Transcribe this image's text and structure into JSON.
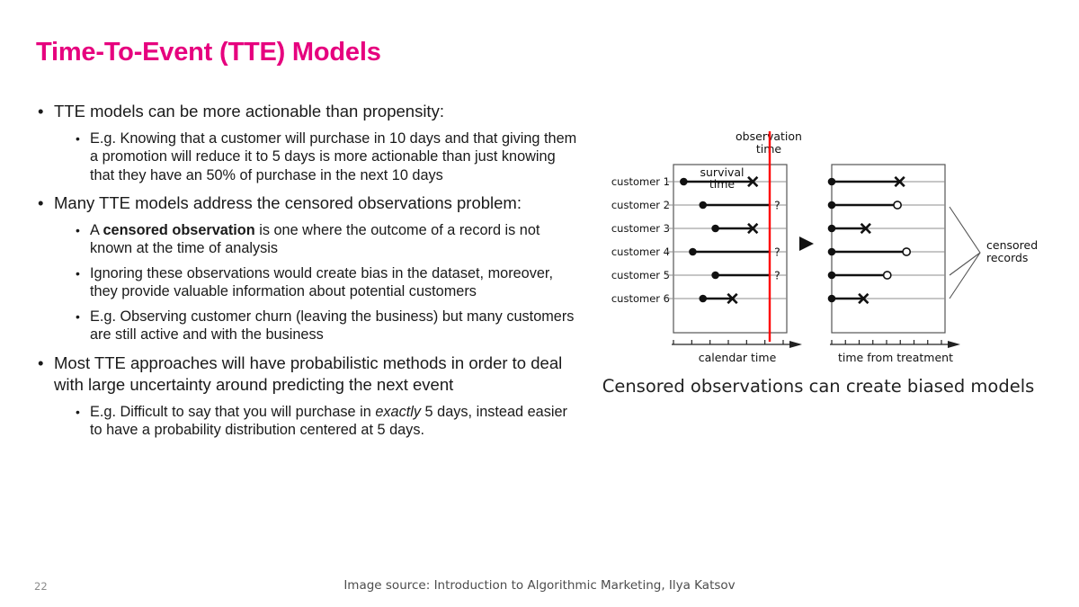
{
  "slide": {
    "title": "Time-To-Event (TTE) Models",
    "page_number": "22",
    "image_source": "Image source: Introduction to Algorithmic Marketing, Ilya Katsov",
    "title_color": "#E6007E",
    "bullet_glyph": "•"
  },
  "content": {
    "groups": [
      {
        "lead": "TTE models can be more actionable than propensity:",
        "subs": [
          {
            "parts": [
              {
                "text": "E.g. Knowing that a customer will purchase in 10 days and that giving them a promotion will reduce it to 5 days is more actionable than just knowing that they have an 50% of purchase in the next 10 days",
                "style": "normal"
              }
            ]
          }
        ]
      },
      {
        "lead": "Many TTE models address the censored observations problem:",
        "subs": [
          {
            "parts": [
              {
                "text": "A ",
                "style": "normal"
              },
              {
                "text": "censored observation",
                "style": "bold"
              },
              {
                "text": " is one where the outcome of a record is not known at the time of analysis",
                "style": "normal"
              }
            ]
          },
          {
            "parts": [
              {
                "text": "Ignoring these observations would create bias in the dataset, moreover, they provide valuable information about potential customers",
                "style": "normal"
              }
            ]
          },
          {
            "parts": [
              {
                "text": "E.g. Observing customer churn (leaving the business) but many customers are still active and with the business",
                "style": "normal"
              }
            ]
          }
        ]
      },
      {
        "lead": "Most TTE approaches will have probabilistic methods in order to deal with large uncertainty around predicting the next event",
        "subs": [
          {
            "parts": [
              {
                "text": "E.g. Difficult to say that you will purchase in ",
                "style": "normal"
              },
              {
                "text": "exactly",
                "style": "italic"
              },
              {
                "text": " 5 days, instead easier to have a probability distribution centered at 5 days.",
                "style": "normal"
              }
            ]
          }
        ]
      }
    ]
  },
  "figure": {
    "caption": "Censored observations can create biased models",
    "observation_time_label_line1": "observation",
    "observation_time_label_line2": "time",
    "survival_time_label_line1": "survival",
    "survival_time_label_line2": "time",
    "left_axis_label": "calendar  time",
    "right_axis_label": "time  from  treatment",
    "censored_bracket_label_line1": "censored",
    "censored_bracket_label_line2": "records",
    "censored_marker_label": "?",
    "observation_line_color": "#FF0000",
    "row_labels": [
      "customer 1",
      "customer 2",
      "customer 3",
      "customer 4",
      "customer 5",
      "customer 6"
    ],
    "left_panel": {
      "rows": [
        {
          "start": 0.09,
          "end": 0.7,
          "end_marker": "cross",
          "censored": false
        },
        {
          "start": 0.26,
          "end": 0.85,
          "end_marker": "question",
          "censored": true
        },
        {
          "start": 0.37,
          "end": 0.7,
          "end_marker": "cross",
          "censored": false
        },
        {
          "start": 0.17,
          "end": 0.85,
          "end_marker": "question",
          "censored": true
        },
        {
          "start": 0.37,
          "end": 0.85,
          "end_marker": "question",
          "censored": true
        },
        {
          "start": 0.26,
          "end": 0.52,
          "end_marker": "cross",
          "censored": false
        }
      ],
      "observation_time_x": 0.85,
      "ticks": 7
    },
    "right_panel": {
      "rows": [
        {
          "start": 0.0,
          "end": 0.6,
          "end_marker": "cross",
          "censored": false
        },
        {
          "start": 0.0,
          "end": 0.58,
          "end_marker": "open-circle",
          "censored": true
        },
        {
          "start": 0.0,
          "end": 0.3,
          "end_marker": "cross",
          "censored": false
        },
        {
          "start": 0.0,
          "end": 0.66,
          "end_marker": "open-circle",
          "censored": true
        },
        {
          "start": 0.0,
          "end": 0.49,
          "end_marker": "open-circle",
          "censored": true
        },
        {
          "start": 0.0,
          "end": 0.28,
          "end_marker": "cross",
          "censored": false
        }
      ],
      "ticks": 9
    }
  }
}
